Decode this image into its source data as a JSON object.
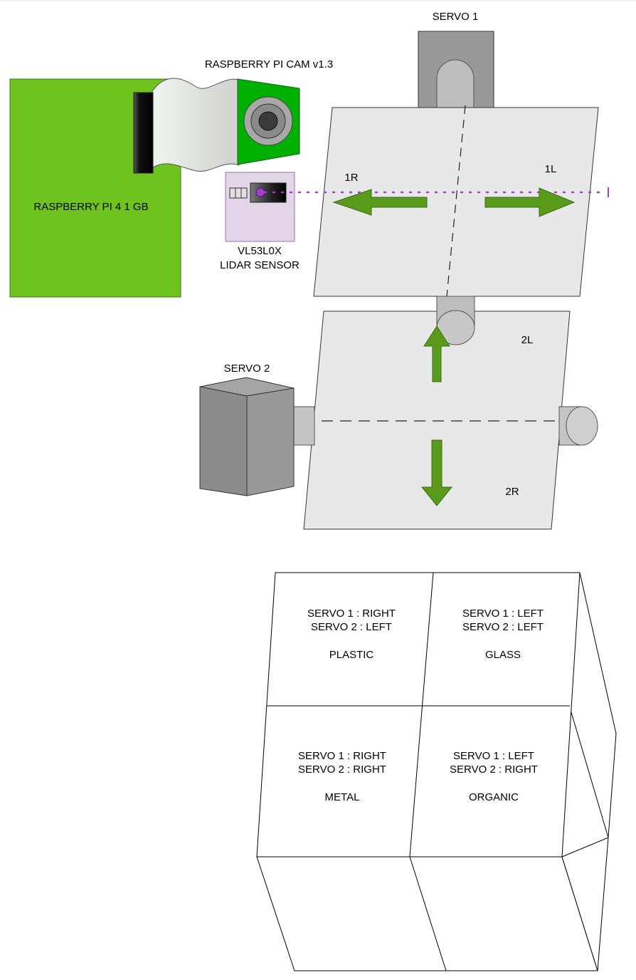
{
  "labels": {
    "servo1": "SERVO 1",
    "camera": "RASPBERRY PI CAM v1.3",
    "pi": "RASPBERRY PI 4 1 GB",
    "lidar_line1": "VL53L0X",
    "lidar_line2": "LIDAR SENSOR",
    "dir_1r": "1R",
    "dir_1l": "1L",
    "servo2": "SERVO 2",
    "dir_2l": "2L",
    "dir_2r": "2R"
  },
  "bins": [
    {
      "servo1": "SERVO 1 : RIGHT",
      "servo2": "SERVO 2 : LEFT",
      "material": "PLASTIC"
    },
    {
      "servo1": "SERVO 1 : LEFT",
      "servo2": "SERVO 2 : LEFT",
      "material": "GLASS"
    },
    {
      "servo1": "SERVO 1 : RIGHT",
      "servo2": "SERVO 2 : RIGHT",
      "material": "METAL"
    },
    {
      "servo1": "SERVO 1 : LEFT",
      "servo2": "SERVO 2 : RIGHT",
      "material": "ORGANIC"
    }
  ],
  "colors": {
    "pi_board": "#6EC31E",
    "camera_board": "#00B000",
    "arrow": "#5A9A1A",
    "lidar_board": "#E1D5E7",
    "laser": "#A040D0",
    "platform": "#E8E8E8",
    "servo_body": "#999999"
  }
}
